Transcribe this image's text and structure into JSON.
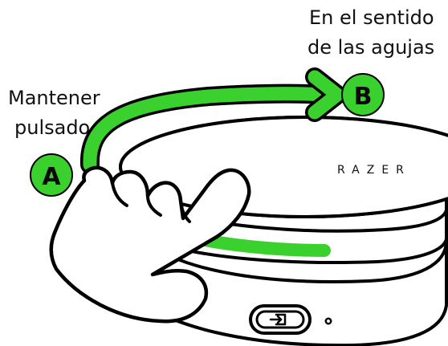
{
  "labels": {
    "hold": [
      "Mantener",
      "pulsado"
    ],
    "direction": [
      "En el sentido",
      "de las agujas"
    ]
  },
  "badges": {
    "start": "A",
    "end": "B"
  },
  "device": {
    "brand": "RAZER",
    "button_icon": "input-switch-icon",
    "indicator_icon": "led-dot-icon"
  },
  "colors": {
    "accent_green": "#3ad12f",
    "outline": "#000000",
    "background": "#ffffff"
  }
}
